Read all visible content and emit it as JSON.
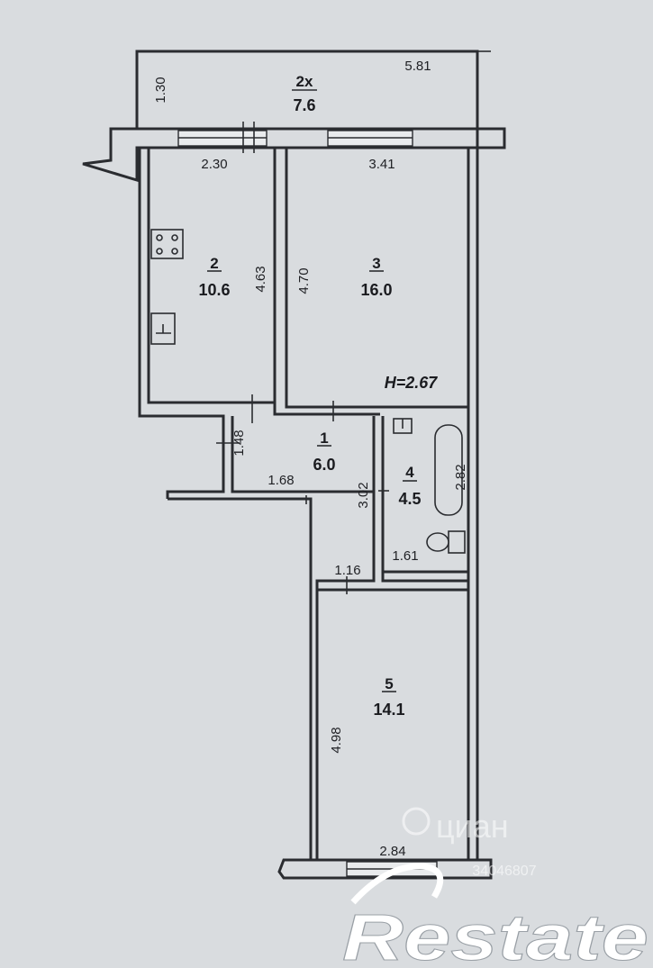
{
  "rooms": [
    {
      "number": "2x",
      "area": "7.6"
    },
    {
      "number": "2",
      "area": "10.6"
    },
    {
      "number": "3",
      "area": "16.0"
    },
    {
      "number": "1",
      "area": "6.0"
    },
    {
      "number": "4",
      "area": "4.5"
    },
    {
      "number": "5",
      "area": "14.1"
    }
  ],
  "dimensions": [
    "1.30",
    "5.81",
    "2.30",
    "3.41",
    "4.63",
    "4.70",
    "1.48",
    "1.68",
    "3.02",
    "2.82",
    "1.61",
    "1.16",
    "4.98",
    "2.84"
  ],
  "ceiling_height": "H=2.67",
  "watermark": {
    "brand": "Restate",
    "site": "циан",
    "code": "34046807"
  }
}
